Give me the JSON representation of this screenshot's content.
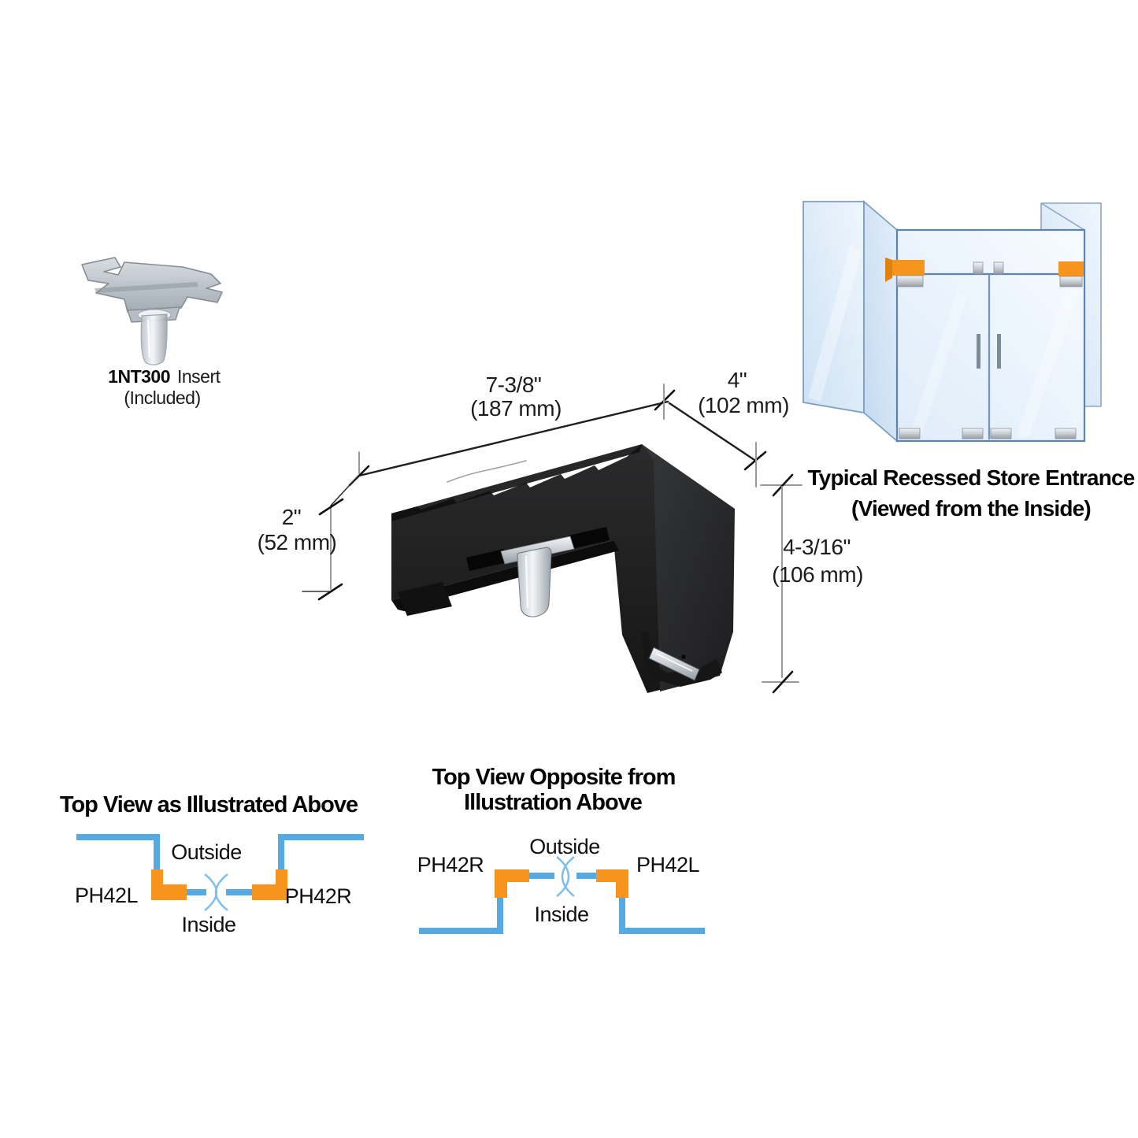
{
  "insert": {
    "part_number": "1NT300",
    "part_label": "Insert",
    "included": "(Included)"
  },
  "dimensions": {
    "width": {
      "value": "7-3/8\"",
      "mm": "(187 mm)"
    },
    "depth": {
      "value": "4\"",
      "mm": "(102 mm)"
    },
    "front_height": {
      "value": "2\"",
      "mm": "(52 mm)"
    },
    "back_height": {
      "value": "4-3/16\"",
      "mm": "(106 mm)"
    }
  },
  "entrance_caption": {
    "line1": "Typical Recessed Store Entrance",
    "line2": "(Viewed from the Inside)"
  },
  "top_view_left": {
    "title": "Top View as Illustrated Above",
    "outside_label": "Outside",
    "inside_label": "Inside",
    "left_part": "PH42L",
    "right_part": "PH42R"
  },
  "top_view_right": {
    "title_line1": "Top View Opposite from",
    "title_line2": "Illustration Above",
    "outside_label": "Outside",
    "inside_label": "Inside",
    "left_part": "PH42R",
    "right_part": "PH42L"
  },
  "colors": {
    "accent_orange": "#F7941D",
    "line_blue": "#55AAE2",
    "break_blue": "#7FC0EC",
    "glass_blue": "#D9E9F8",
    "glass_edge": "#5D84AE",
    "fitting_black": "#1E1E1E",
    "metal_gray": "#B8BFC6",
    "dimension_text": "#1C1C1C"
  }
}
